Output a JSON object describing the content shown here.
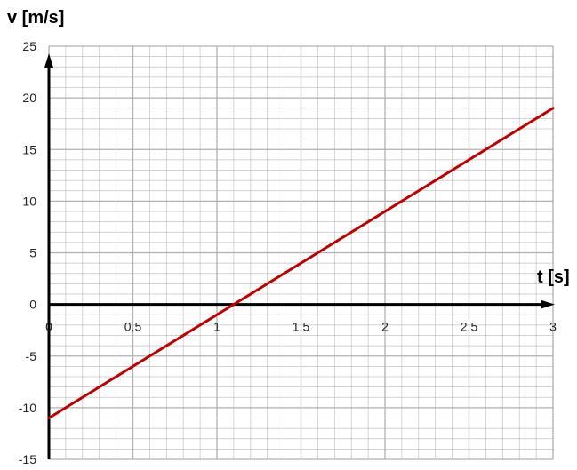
{
  "chart_data": {
    "type": "line",
    "xlabel": "t [s]",
    "ylabel": "v [m/s]",
    "xlim": [
      0,
      3
    ],
    "ylim": [
      -15,
      25
    ],
    "x_ticks": [
      "0",
      "0.5",
      "1",
      "1.5",
      "2",
      "2.5",
      "3"
    ],
    "y_ticks": [
      "25",
      "20",
      "15",
      "10",
      "5",
      "0",
      "-5",
      "-10",
      "-15"
    ],
    "grid": true,
    "series": [
      {
        "x": [
          0,
          3
        ],
        "y": [
          -11,
          19
        ],
        "color": "#c00000"
      }
    ],
    "colors": {
      "grid": "#b0b0b0",
      "axis": "#000000"
    }
  }
}
